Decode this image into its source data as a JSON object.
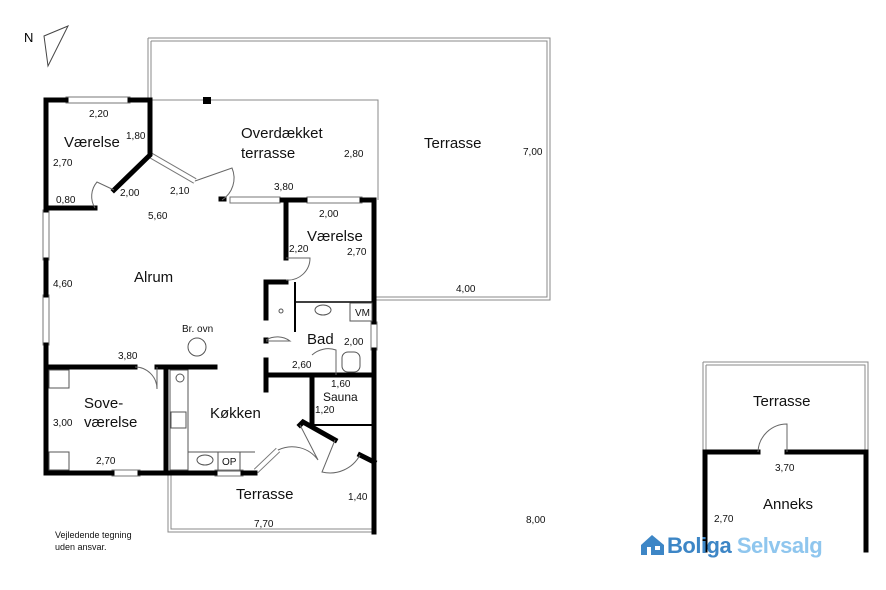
{
  "compass": {
    "label": "N"
  },
  "rooms": {
    "vaerelse1": "Værelse",
    "overdaekket1": "Overdækket",
    "overdaekket2": "terrasse",
    "terrasse_big": "Terrasse",
    "vaerelse2": "Værelse",
    "alrum": "Alrum",
    "br_ovn": "Br. ovn",
    "bad": "Bad",
    "vm": "VM",
    "sauna": "Sauna",
    "sove1": "Sove-",
    "sove2": "værelse",
    "koekken": "Køkken",
    "op": "OP",
    "terrasse_bottom": "Terrasse",
    "terrasse_annex": "Terrasse",
    "anneks": "Anneks"
  },
  "dimensions": {
    "d1": "2,20",
    "d2": "1,80",
    "d3": "2,70",
    "d4": "0,80",
    "d5": "2,00",
    "d6": "2,10",
    "d7": "5,60",
    "d8": "2,80",
    "d9": "7,00",
    "d10": "3,80",
    "d11": "2,00",
    "d12": "2,20",
    "d13": "2,70",
    "d14": "4,60",
    "d15": "4,00",
    "d16": "2,00",
    "d17": "3,80",
    "d18": "2,60",
    "d19": "1,60",
    "d20": "1,20",
    "d21": "3,00",
    "d22": "2,70",
    "d23": "1,40",
    "d24": "7,70",
    "d25": "8,00",
    "d26": "3,70",
    "d27": "2,70"
  },
  "note": {
    "line1": "Vejledende tegning",
    "line2": "uden ansvar."
  },
  "logo": {
    "part1": "Boliga",
    "part2": "Selvsalg"
  },
  "colors": {
    "logo_primary": "#3d86c6",
    "logo_secondary": "#8fc6ee"
  }
}
